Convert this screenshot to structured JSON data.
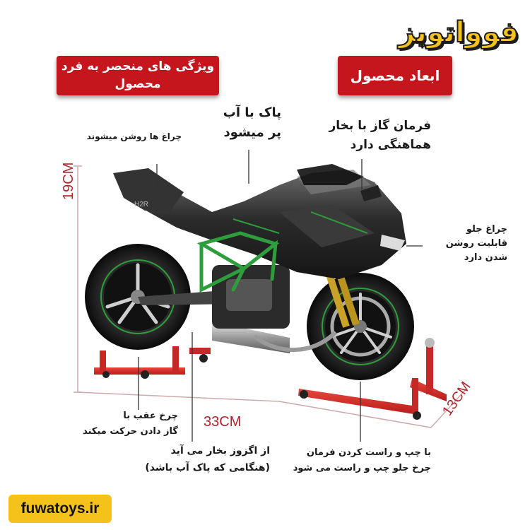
{
  "brand": {
    "logo_text": "فوواتویز",
    "website": "fuwatoys.ir"
  },
  "headings": {
    "features": "ویژگی های منحصر به فرد محصول",
    "dimensions": "ابعاد محصول"
  },
  "dimensions": {
    "height": "19CM",
    "length": "33CM",
    "width": "13CM"
  },
  "callouts": {
    "lights": "چراغ ها روشن میشوند",
    "water_tank": "پاک با آب\nپر میشود",
    "handlebar": "فرمان گاز با بخار\nهماهنگی دارد",
    "headlight": "چراغ جلو\nقابلیت روشن\nشدن دارد",
    "rear_wheel": "چرخ عقب با\nگاز دادن حرکت میکند",
    "exhaust": "از اگزوز بخار می آید\n(هنگامی که پاک آب باشد)",
    "steering": "با چپ و راست کردن فرمان\nچرخ جلو چپ و راست می شود"
  },
  "colors": {
    "accent_red": "#c4161c",
    "brand_yellow": "#f4c21b",
    "dimension_red": "#b0242c",
    "frame_green": "#2e9e3c"
  }
}
